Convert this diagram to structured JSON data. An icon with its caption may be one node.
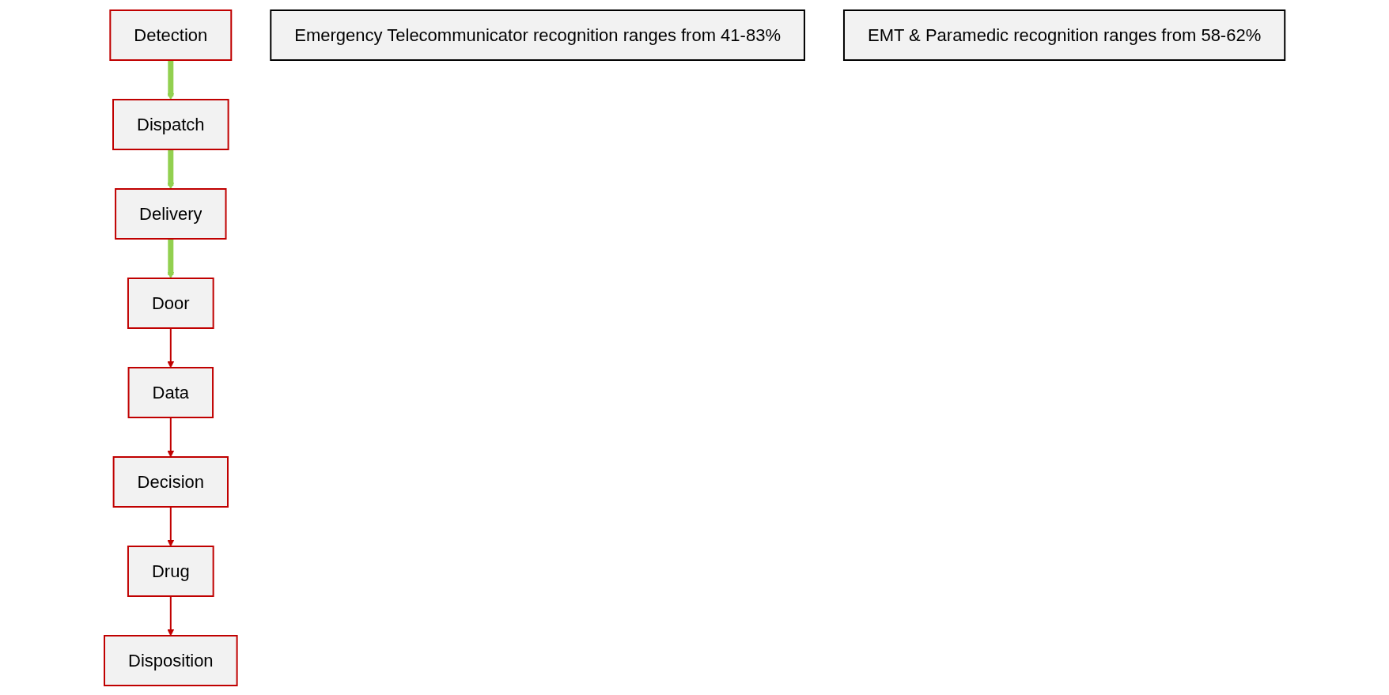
{
  "diagram": {
    "nodes": [
      {
        "text": [
          "Detection"
        ]
      },
      {
        "text": [
          "Dispatch"
        ]
      },
      {
        "text": [
          "Delivery"
        ]
      },
      {
        "text": [
          "Door"
        ]
      },
      {
        "text": [
          "Data"
        ]
      },
      {
        "text": [
          "Decision"
        ]
      },
      {
        "text": [
          "Drug"
        ]
      },
      {
        "text": [
          "Disposition"
        ]
      },
      {
        "text": [
          "Emergency Telecommunicator recognition ranges from 41-83%"
        ]
      },
      {
        "text": [
          "EMT & Paramedic recognition ranges from 58-62%"
        ]
      }
    ],
    "edges": [
      {
        "from": 0,
        "to": 1,
        "arrow": "to",
        "style": "thick",
        "color": "#92d050"
      },
      {
        "from": 1,
        "to": 2,
        "arrow": "to",
        "style": "thick",
        "color": "#92d050"
      },
      {
        "from": 2,
        "to": 3,
        "arrow": "to",
        "style": "thick",
        "color": "#92d050"
      },
      {
        "from": 3,
        "to": 4,
        "arrow": "to"
      },
      {
        "from": 4,
        "to": 5,
        "arrow": "to"
      },
      {
        "from": 5,
        "to": 6,
        "arrow": "to"
      },
      {
        "from": 6,
        "to": 7,
        "arrow": "to"
      }
    ]
  }
}
